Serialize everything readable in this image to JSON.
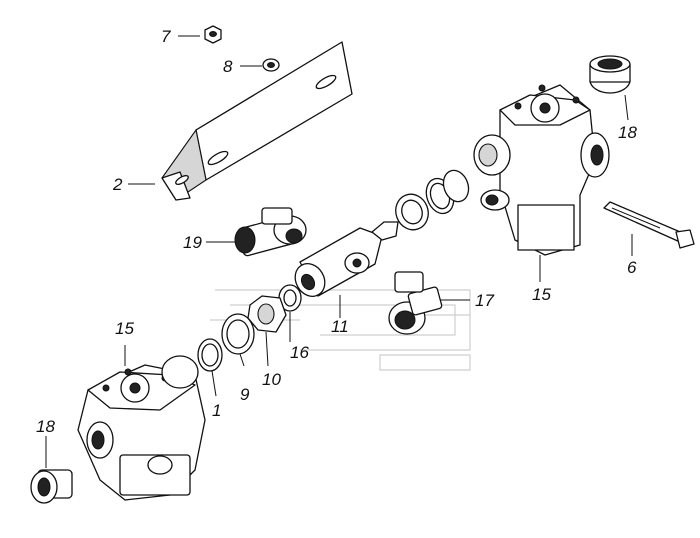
{
  "diagram": {
    "labels": {
      "l1": "1",
      "l2": "2",
      "l6": "6",
      "l7": "7",
      "l8": "8",
      "l9": "9",
      "l10": "10",
      "l11": "11",
      "l15a": "15",
      "l15b": "15",
      "l16": "16",
      "l17": "17",
      "l18a": "18",
      "l18b": "18",
      "l19": "19"
    }
  }
}
